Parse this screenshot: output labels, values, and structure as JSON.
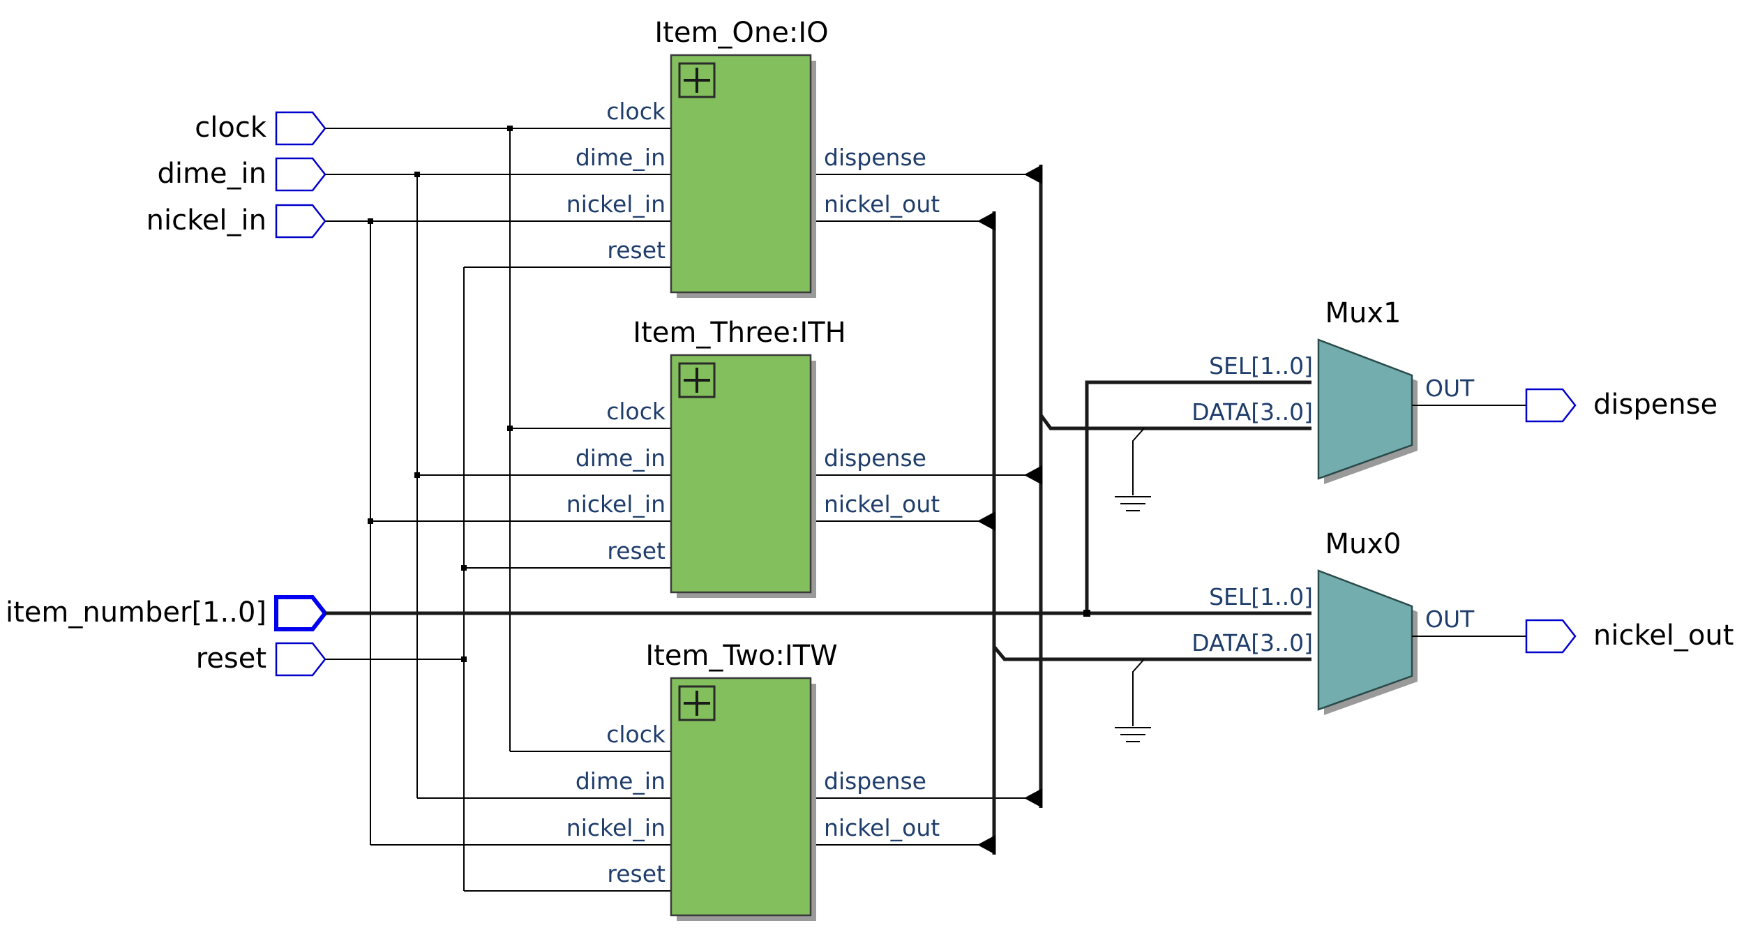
{
  "inputs": {
    "clock": "clock",
    "dime_in": "dime_in",
    "nickel_in": "nickel_in",
    "item_number": "item_number[1..0]",
    "reset": "reset"
  },
  "outputs": {
    "dispense": "dispense",
    "nickel_out": "nickel_out"
  },
  "instances": [
    {
      "title": "Item_One:IO",
      "ports_in": [
        "clock",
        "dime_in",
        "nickel_in",
        "reset"
      ],
      "ports_out": [
        "dispense",
        "nickel_out"
      ]
    },
    {
      "title": "Item_Three:ITH",
      "ports_in": [
        "clock",
        "dime_in",
        "nickel_in",
        "reset"
      ],
      "ports_out": [
        "dispense",
        "nickel_out"
      ]
    },
    {
      "title": "Item_Two:ITW",
      "ports_in": [
        "clock",
        "dime_in",
        "nickel_in",
        "reset"
      ],
      "ports_out": [
        "dispense",
        "nickel_out"
      ]
    }
  ],
  "muxes": [
    {
      "title": "Mux1",
      "sel": "SEL[1..0]",
      "data": "DATA[3..0]",
      "out": "OUT"
    },
    {
      "title": "Mux0",
      "sel": "SEL[1..0]",
      "data": "DATA[3..0]",
      "out": "OUT"
    }
  ],
  "colors": {
    "instance_fill": "#84bf5e",
    "mux_fill": "#74adad",
    "port_outline": "#0000cc",
    "port_label": "#1f3d6b"
  }
}
